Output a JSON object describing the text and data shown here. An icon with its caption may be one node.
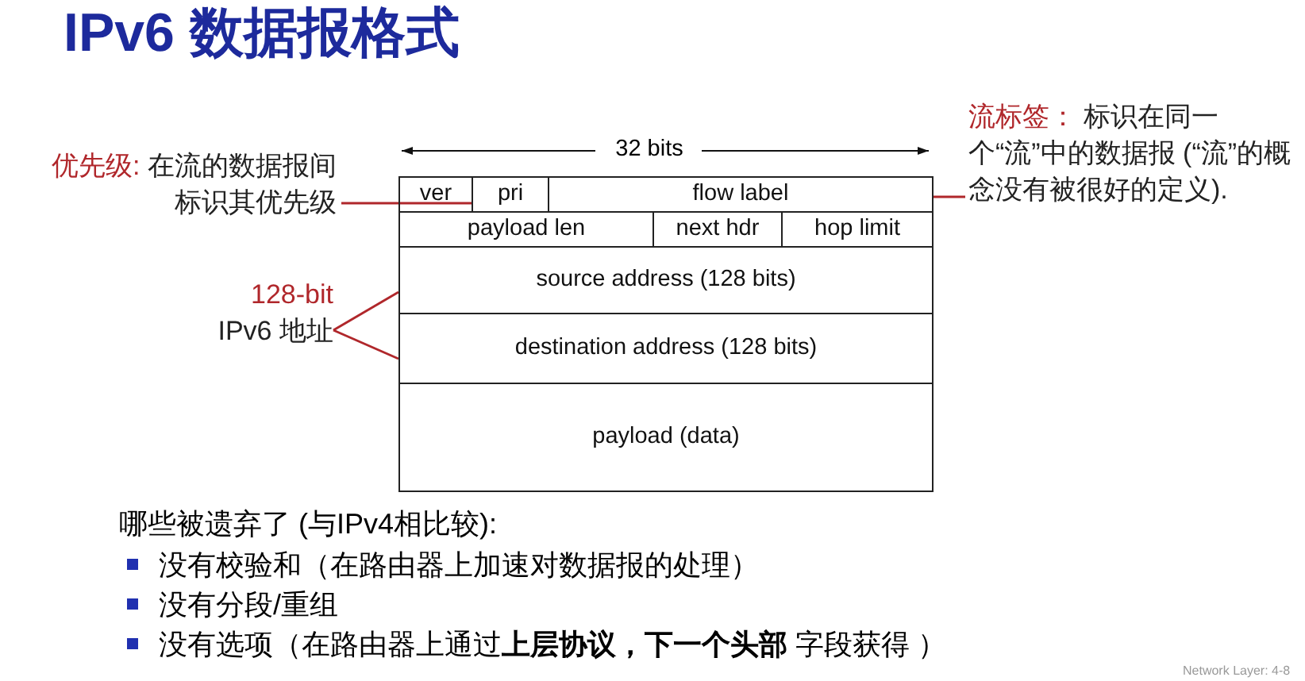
{
  "diagram": {
    "title": "IPv6 数据报格式",
    "nodes": [
      {
        "text": [
          "ver"
        ]
      },
      {
        "text": [
          "pri"
        ]
      },
      {
        "text": [
          "flow label"
        ]
      },
      {
        "text": [
          "payload len"
        ]
      },
      {
        "text": [
          "next hdr"
        ]
      },
      {
        "text": [
          "hop limit"
        ]
      },
      {
        "text": [
          "source address (128 bits)"
        ]
      },
      {
        "text": [
          "destination address (128 bits)"
        ]
      },
      {
        "text": [
          "payload (data)"
        ]
      },
      {
        "text": [
          "优先级:",
          "在流的数据报间标识其优先级"
        ]
      },
      {
        "text": [
          "128-bit",
          "IPv6 地址"
        ]
      },
      {
        "text": [
          "流标签：",
          "标识在同一个“流”中的数据报 (“流”的概念没有被很好的定义)."
        ]
      }
    ],
    "edges": [
      {
        "from": 9,
        "to": 1,
        "arrow": "none"
      },
      {
        "from": 10,
        "to": 6,
        "arrow": "none"
      },
      {
        "from": 10,
        "to": 7,
        "arrow": "none"
      },
      {
        "from": 11,
        "to": 2,
        "arrow": "none"
      }
    ],
    "labels": [
      "32 bits",
      "哪些被遗弃了 (与IPv4相比较):",
      "没有校验和（在路由器上加速对数据报的处理）",
      "没有分段/重组",
      "没有选项（在路由器上通过**上层协议，下一个头部** 字段获得 ）",
      "Network Layer: 4-8"
    ]
  }
}
